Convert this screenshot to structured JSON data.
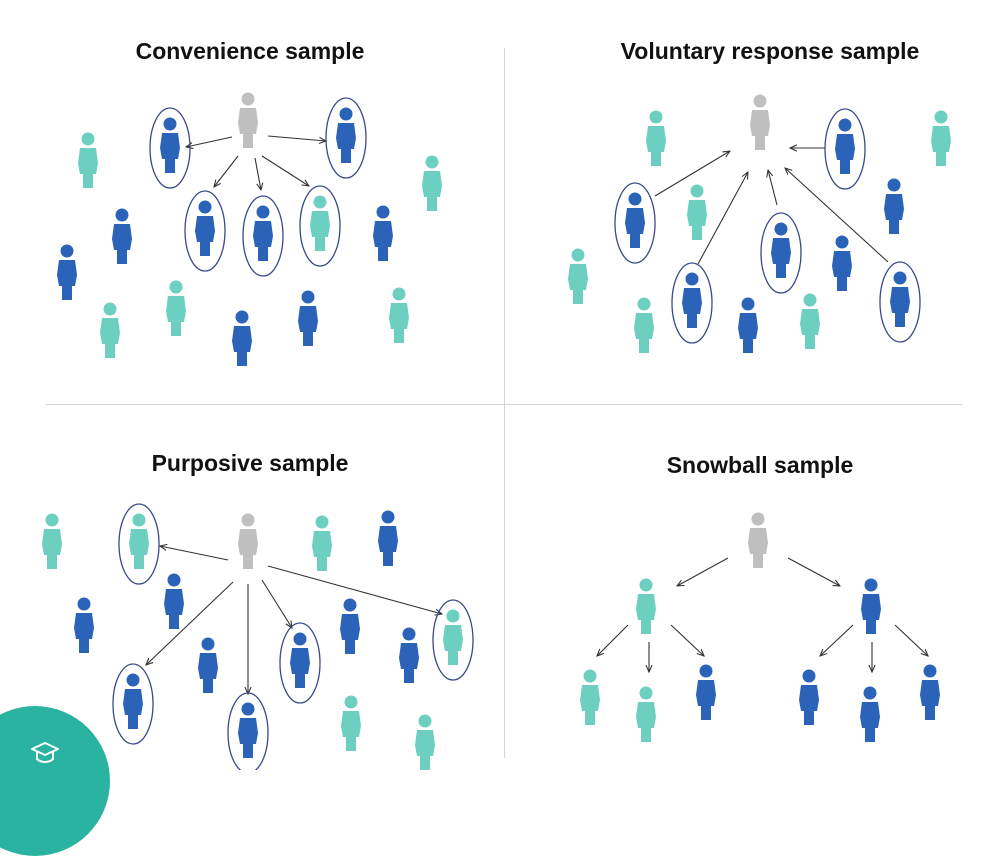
{
  "titles": {
    "convenience": "Convenience sample",
    "voluntary": "Voluntary response sample",
    "purposive": "Purposive sample",
    "snowball": "Snowball sample"
  },
  "colors": {
    "researcher": "#bfbfbf",
    "dark_blue": "#2a63b8",
    "teal": "#6dcfc0",
    "ellipse": "#3a4a8a",
    "arrow": "#333333",
    "divider": "#d6d6d6",
    "badge": "#2bb3a1"
  },
  "icons": {
    "person": "person-icon",
    "logo": "graduation-cap-icon"
  }
}
